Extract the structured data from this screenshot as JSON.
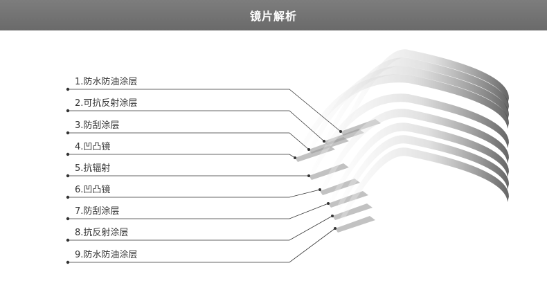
{
  "header": {
    "title": "镜片解析"
  },
  "layers": [
    {
      "label": "1.防水防油涂层"
    },
    {
      "label": "2.可抗反射涂层"
    },
    {
      "label": "3.防刮涂层"
    },
    {
      "label": "4.凹凸镜"
    },
    {
      "label": "5.抗辐射"
    },
    {
      "label": "6.凹凸镜"
    },
    {
      "label": "7.防刮涂层"
    },
    {
      "label": "8.抗反射涂层"
    },
    {
      "label": "9.防水防油涂层"
    }
  ],
  "colors": {
    "header_bg": "#737373",
    "line": "#333333",
    "lens_dark": "#555555",
    "lens_light": "#f2f2f2"
  }
}
